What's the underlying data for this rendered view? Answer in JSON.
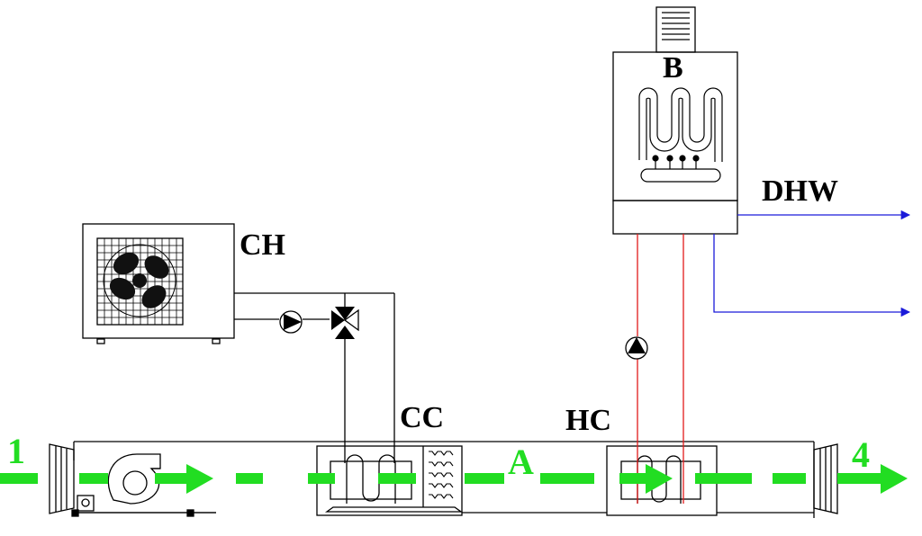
{
  "labels": {
    "boiler": "B",
    "dhw": "DHW",
    "chiller": "CH",
    "cooling_coil": "CC",
    "heating_coil": "HC",
    "state_1": "1",
    "state_a": "A",
    "state_4": "4"
  },
  "colors": {
    "airflow": "#22dd22",
    "hot_water": "#e11a1a",
    "domestic_water": "#1a1ad9",
    "equipment": "#000000"
  },
  "icons": [
    "fan-icon",
    "pump-icon",
    "three-way-valve-icon",
    "coil-icon",
    "burner-icon",
    "arrow-icon"
  ]
}
